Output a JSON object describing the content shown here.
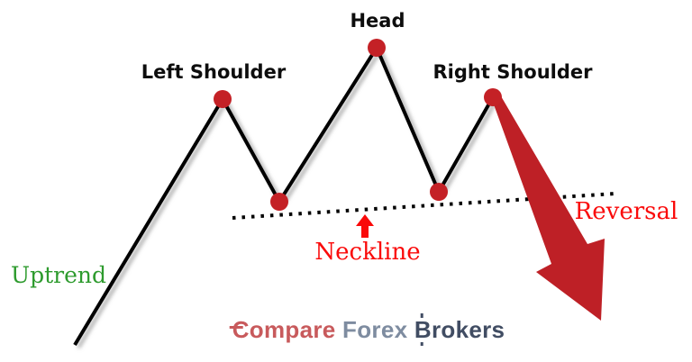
{
  "labels": {
    "head": "Head",
    "left_shoulder": "Left Shoulder",
    "right_shoulder": "Right Shoulder"
  },
  "annotations": {
    "uptrend": "Uptrend",
    "neckline": "Neckline",
    "reversal": "Reversal"
  },
  "logo": {
    "c": "C",
    "compare_rest": "ompare",
    "forex": "Forex",
    "b": "B",
    "brokers_rest": "rokers"
  },
  "colors": {
    "price_line": "#000000",
    "neckline_dots": "#000000",
    "peak_dot": "#c42126",
    "reversal_arrow": "#be2026",
    "neckline_arrow": "#fa0a0a",
    "annotation_red": "#fa0a0a",
    "uptrend_green": "#2e9b2e",
    "logo_compare": "#c85a5c",
    "logo_forex": "#7e8ca0",
    "logo_brokers": "#414d63"
  }
}
